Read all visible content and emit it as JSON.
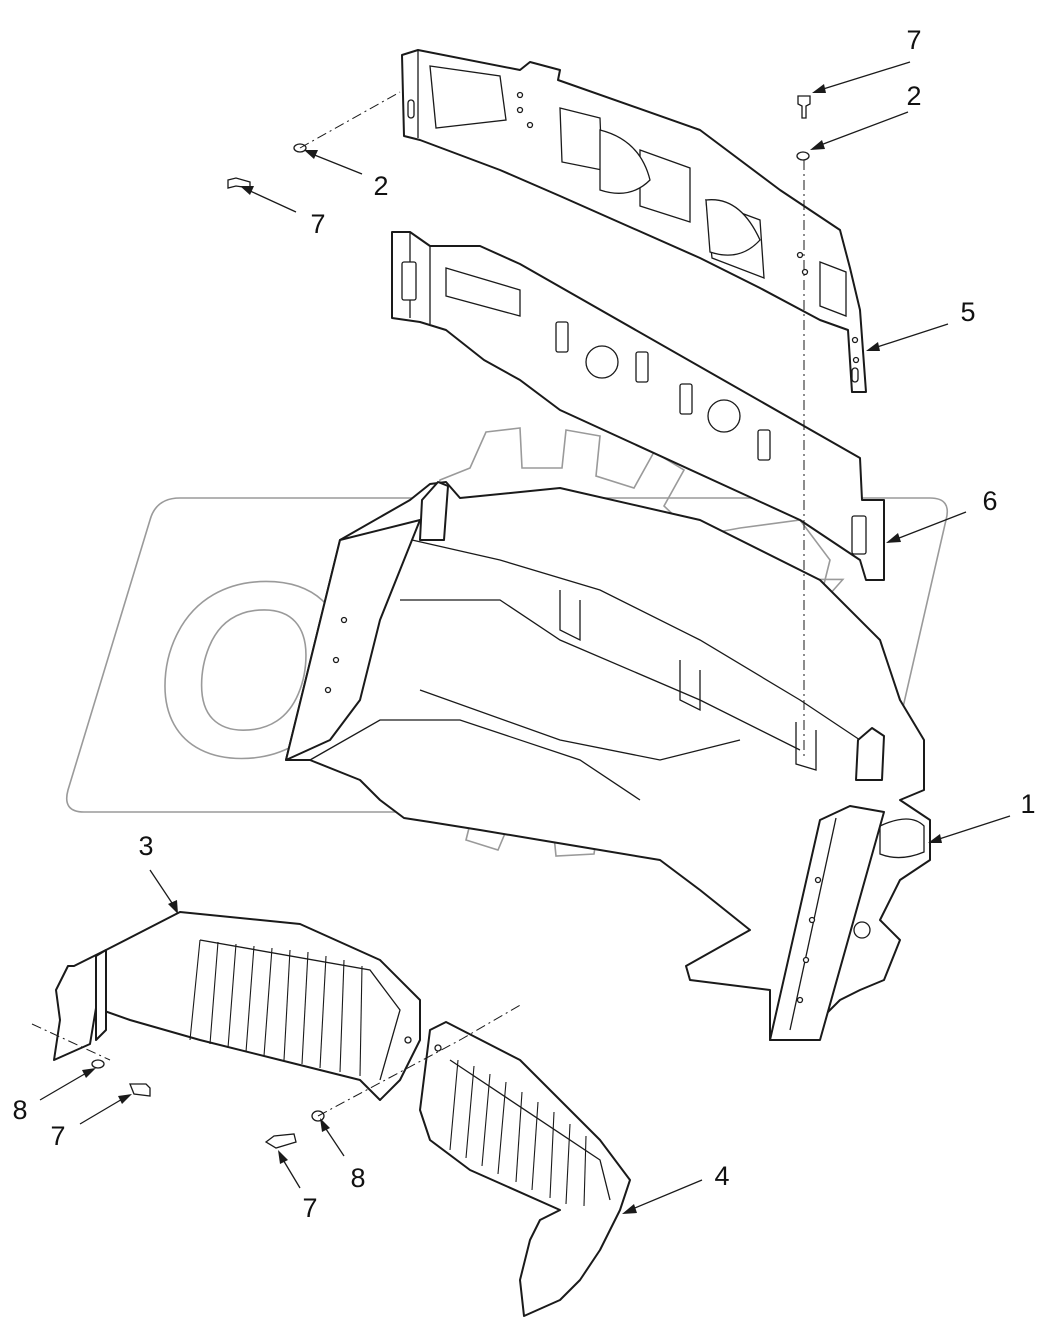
{
  "watermark": {
    "letters": [
      "O",
      "P",
      "E",
      "X"
    ]
  },
  "callouts": {
    "c7_top": "7",
    "c2_top": "2",
    "c2_left": "2",
    "c7_left": "7",
    "c5": "5",
    "c6": "6",
    "c1": "1",
    "c3": "3",
    "c4": "4",
    "c8_left": "8",
    "c7_bottom_left": "7",
    "c8_bottom": "8",
    "c7_bottom": "7"
  }
}
